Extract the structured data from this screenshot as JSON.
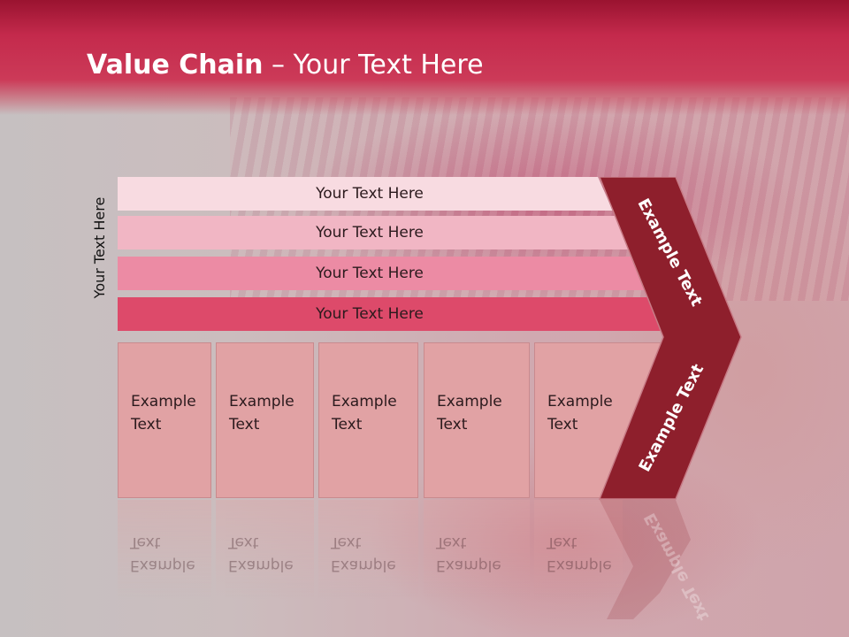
{
  "slide": {
    "title_bold": "Value Chain",
    "title_rest": " – Your Text Here"
  },
  "side_label": "Your Text Here",
  "bars": [
    {
      "label": "Your Text Here",
      "color": "#f8dbe1"
    },
    {
      "label": "Your Text Here",
      "color": "#f1b6c4"
    },
    {
      "label": "Your Text Here",
      "color": "#ec8ba4"
    },
    {
      "label": "Your Text Here",
      "color": "#dd4a6a"
    }
  ],
  "columns": [
    {
      "line1": "Example",
      "line2": "Text"
    },
    {
      "line1": "Example",
      "line2": "Text"
    },
    {
      "line1": "Example",
      "line2": "Text"
    },
    {
      "line1": "Example",
      "line2": "Text"
    },
    {
      "line1": "Example",
      "line2": "Text"
    }
  ],
  "chevron": {
    "upper_label": "Example Text",
    "lower_label": "Example Text",
    "color": "#8e1f2c"
  },
  "colors": {
    "header": "#c42a4c",
    "column_fill": "#e1a2a4"
  }
}
